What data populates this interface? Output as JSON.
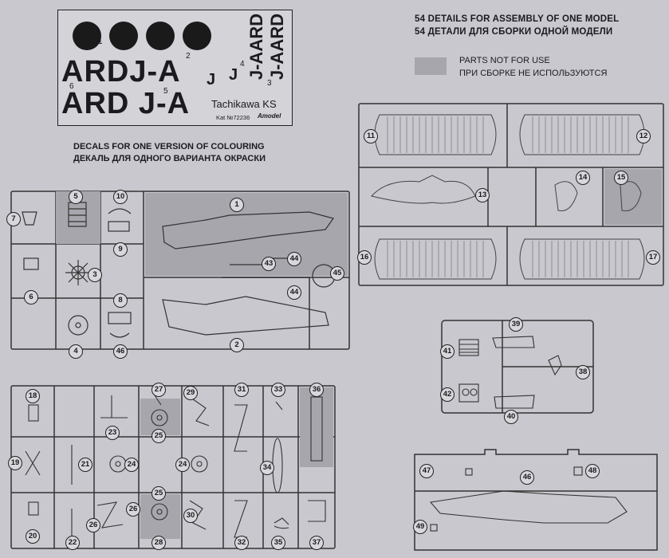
{
  "decal_sheet": {
    "row1": "ARDJ-A",
    "row2": "ARD J-A",
    "j_small": "J",
    "vertical_1": "J-AARD",
    "vertical_2": "J-AARD",
    "model_name": "Tachikawa KS",
    "catalog": "Kat №72236",
    "brand": "Amodel",
    "numbers": [
      "1",
      "2",
      "3",
      "4",
      "5",
      "6"
    ]
  },
  "decal_caption": {
    "en": "DECALS FOR ONE VERSION OF COLOURING",
    "ru": "ДЕКАЛЬ ДЛЯ ОДНОГО ВАРИАНТА ОКРАСКИ"
  },
  "header": {
    "en": "54 DETAILS FOR ASSEMBLY OF ONE MODEL",
    "ru": "54 ДЕТАЛИ ДЛЯ СБОРКИ ОДНОЙ МОДЕЛИ"
  },
  "legend": {
    "en": "PARTS NOT FOR USE",
    "ru": "ПРИ СБОРКЕ НЕ ИСПОЛЬЗУЮТСЯ",
    "swatch_color": "#a7a6ad"
  },
  "parts": {
    "p1": "1",
    "p2": "2",
    "p3": "3",
    "p4": "4",
    "p5": "5",
    "p6": "6",
    "p7": "7",
    "p8": "8",
    "p9": "9",
    "p10": "10",
    "p11": "11",
    "p12": "12",
    "p13": "13",
    "p14": "14",
    "p15": "15",
    "p16": "16",
    "p17": "17",
    "p18": "18",
    "p19": "19",
    "p20": "20",
    "p21": "21",
    "p22": "22",
    "p23": "23",
    "p24": "24",
    "p25": "25",
    "p26": "26",
    "p27": "27",
    "p28": "28",
    "p29": "29",
    "p30": "30",
    "p31": "31",
    "p32": "32",
    "p33": "33",
    "p34": "34",
    "p35": "35",
    "p36": "36",
    "p37": "37",
    "p38": "38",
    "p39": "39",
    "p40": "40",
    "p41": "41",
    "p42": "42",
    "p43": "43",
    "p44": "44",
    "p45": "45",
    "p46": "46",
    "p47": "47",
    "p48": "48",
    "p49": "49"
  }
}
